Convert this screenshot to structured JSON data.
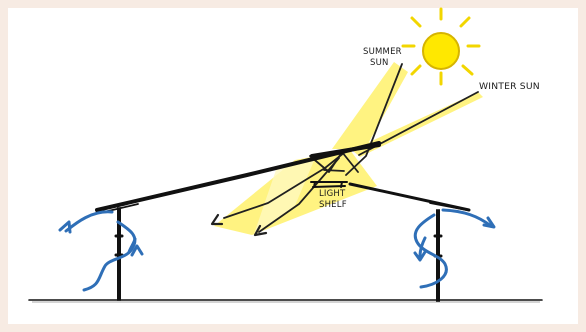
{
  "diagram": {
    "labels": {
      "summer_sun_line1": "SUMMER",
      "summer_sun_line2": "SUN",
      "winter_sun": "WINTER SUN",
      "light_shelf_line1": "LIGHT",
      "light_shelf_line2": "SHELF"
    },
    "colors": {
      "sun_fill": "#ffe800",
      "sun_outline": "#d6b400",
      "sun_rays": "#f2d600",
      "light_beam": "#fff27a",
      "ink": "#111111",
      "airflow": "#2f6fb7",
      "background": "#f7ebe3"
    },
    "icons": {
      "sun": "sun-icon",
      "airflow_left": "airflow-arrow-left",
      "airflow_right": "airflow-arrow-right"
    }
  }
}
